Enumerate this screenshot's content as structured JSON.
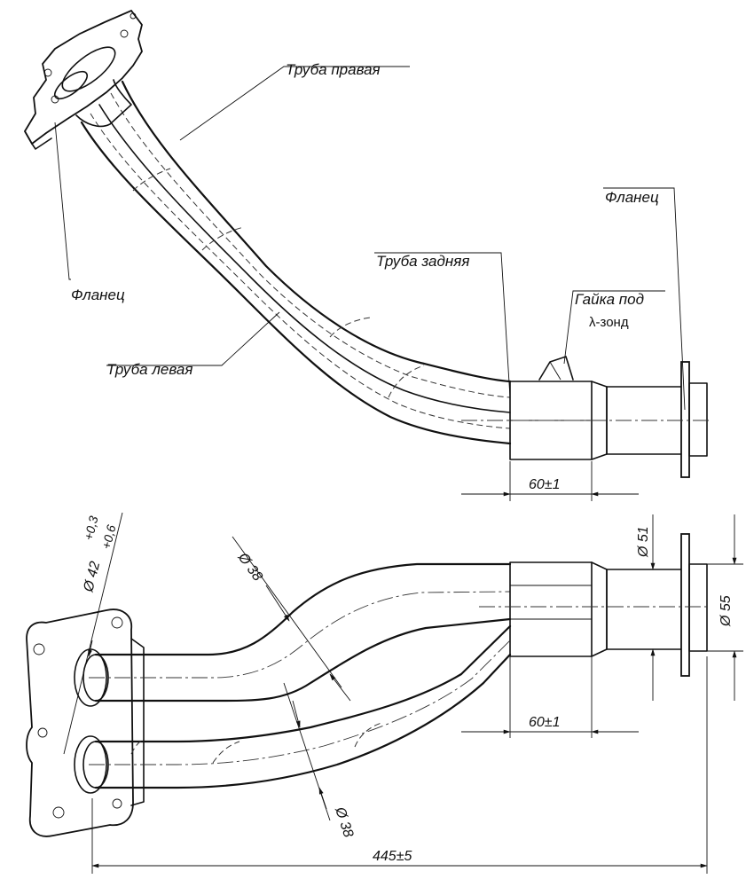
{
  "labels": {
    "pipe_right": "Труба правая",
    "flange_left": "Фланец",
    "pipe_left": "Труба левая",
    "pipe_rear": "Труба задняя",
    "nut_line1": "Гайка под",
    "nut_line2": "λ-зонд",
    "flange_right": "Фланец"
  },
  "dimensions": {
    "top_length": "60±1",
    "bottom_length": "60±1",
    "overall_length": "445±5",
    "dia_inlet": "Ø 42",
    "dia_inlet_tol": "+0,6",
    "dia_inlet_tol2": "+0,3",
    "dia_pipe_upper": "Ø 38",
    "dia_pipe_lower": "Ø 38",
    "dia_outlet_inner": "Ø 51",
    "dia_outlet_outer": "Ø 55"
  }
}
